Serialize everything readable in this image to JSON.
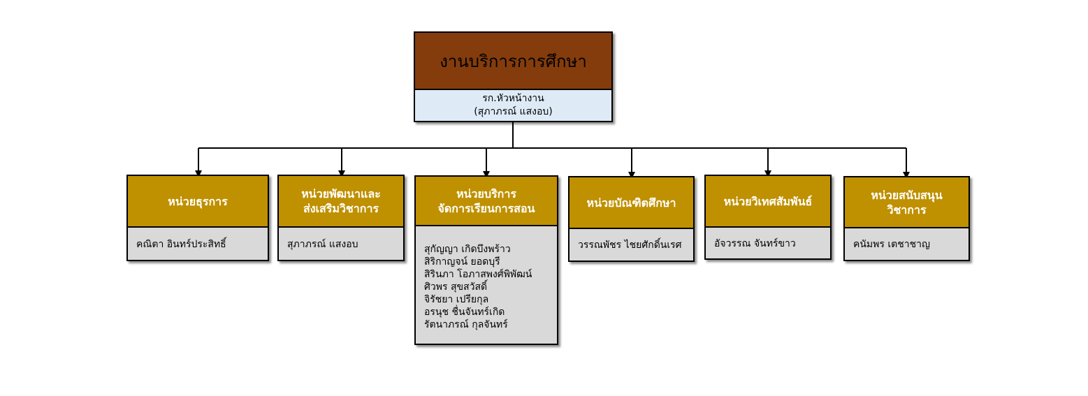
{
  "root": {
    "title": "งานบริการการศึกษา",
    "role": "รก.หัวหน้างาน",
    "person": "(สุภาภรณ์ แสงอบ)"
  },
  "units": [
    {
      "title_lines": [
        "หน่วยธุรการ"
      ],
      "members": [
        "คณิตา อินทร์ประสิทธิ์"
      ]
    },
    {
      "title_lines": [
        "หน่วยพัฒนาและ",
        "ส่งเสริมวิชาการ"
      ],
      "members": [
        "สุภาภรณ์ แสงอบ"
      ]
    },
    {
      "title_lines": [
        "หน่วยบริการ",
        "จัดการเรียนการสอน"
      ],
      "members": [
        "สุกัญญา เกิดบึงพร้าว",
        "สิริกาญจน์ ยอดบุรี",
        "สิรินภา โอภาสพงศ์พิพัฒน์",
        "ศิวพร สุขสวัสดิ์",
        "จิรัชยา เปรียกุล",
        "อรนุช ชื่นจันทร์เกิด",
        "รัตนาภรณ์ กุลจันทร์"
      ]
    },
    {
      "title_lines": [
        "หน่วยบัณฑิตศึกษา"
      ],
      "members": [
        "วรรณพัชร ไชยศักดิ์นเรศ"
      ]
    },
    {
      "title_lines": [
        "หน่วยวิเทศสัมพันธ์"
      ],
      "members": [
        "อัจวรรณ จันทร์ขาว"
      ]
    },
    {
      "title_lines": [
        "หน่วยสนับสนุน",
        "วิชาการ"
      ],
      "members": [
        "คนัมพร เตชาชาญ"
      ]
    }
  ],
  "colors": {
    "root_header": "#843c0c",
    "root_subheader": "#deebf7",
    "unit_header": "#bf9000",
    "unit_header_text": "#ffffff",
    "members_background": "#d9d9d9",
    "connector": "#000000"
  }
}
